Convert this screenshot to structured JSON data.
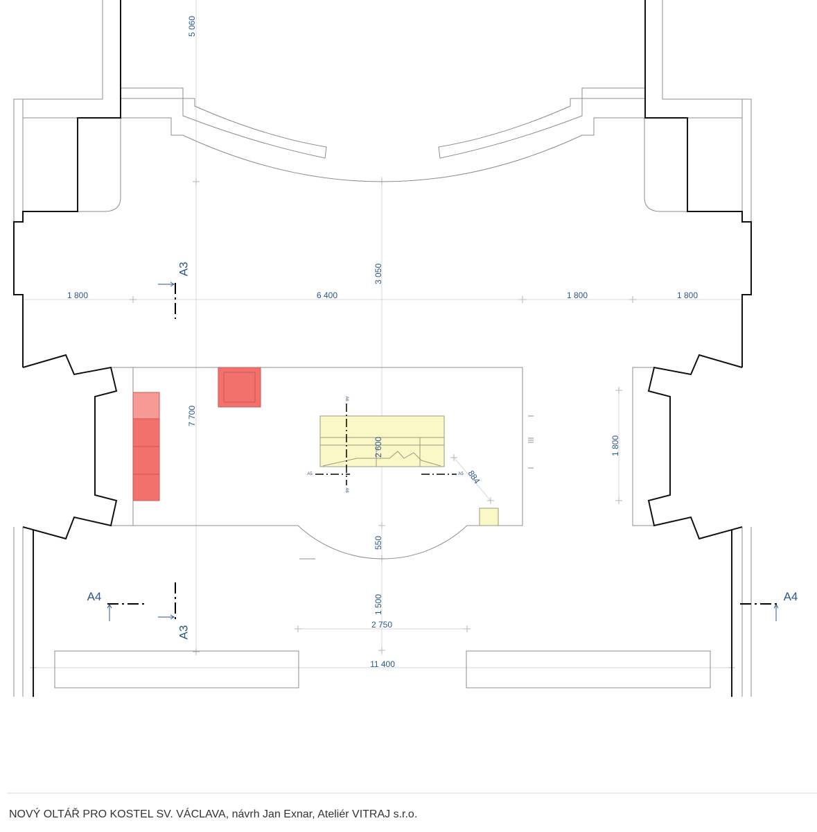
{
  "colors": {
    "dimension": "#2b5789",
    "wall": "#111111",
    "thin_line": "#8c8c8c",
    "axis_line": "#d9d9d9",
    "red_element": "#f2716c",
    "red_element_light": "#f69a96",
    "yellow_element": "#fbf8c8"
  },
  "dimensions": [
    {
      "label": "5 060"
    },
    {
      "label": "3 050"
    },
    {
      "label": "1 800"
    },
    {
      "label": "6 400"
    },
    {
      "label": "1 800"
    },
    {
      "label": "1 800"
    },
    {
      "label": "7 700"
    },
    {
      "label": "2 600"
    },
    {
      "label": "884"
    },
    {
      "label": "1 800"
    },
    {
      "label": "550"
    },
    {
      "label": "1 500"
    },
    {
      "label": "2 750"
    },
    {
      "label": "11 400"
    }
  ],
  "section_marks": {
    "a3_top": "A3",
    "a3_bottom": "A3",
    "a4_left": "A4",
    "a4_right": "A4",
    "a5_left": "A5",
    "a5_right": "A5",
    "a6_top": "A6",
    "a6_bottom": "A6"
  },
  "footer": {
    "caption": "NOVÝ OLTÁŘ PRO KOSTEL SV. VÁCLAVA, návrh Jan Exnar, Ateliér VITRAJ s.r.o."
  }
}
